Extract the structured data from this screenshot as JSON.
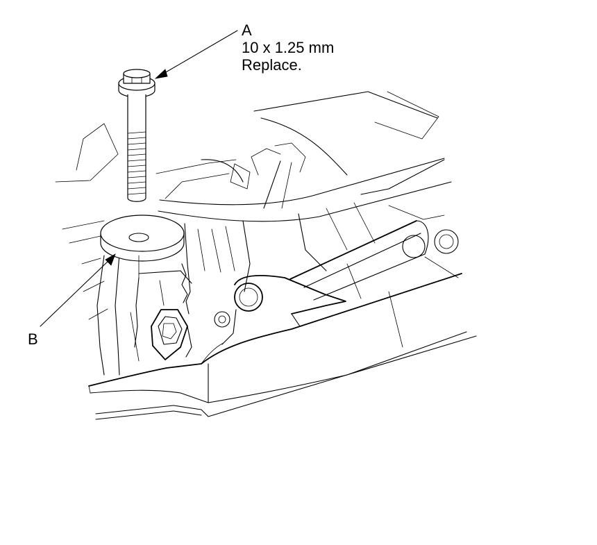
{
  "callouts": {
    "a": {
      "letter": "A",
      "size": "10 x 1.25 mm",
      "note": "Replace."
    },
    "b": {
      "letter": "B"
    }
  }
}
